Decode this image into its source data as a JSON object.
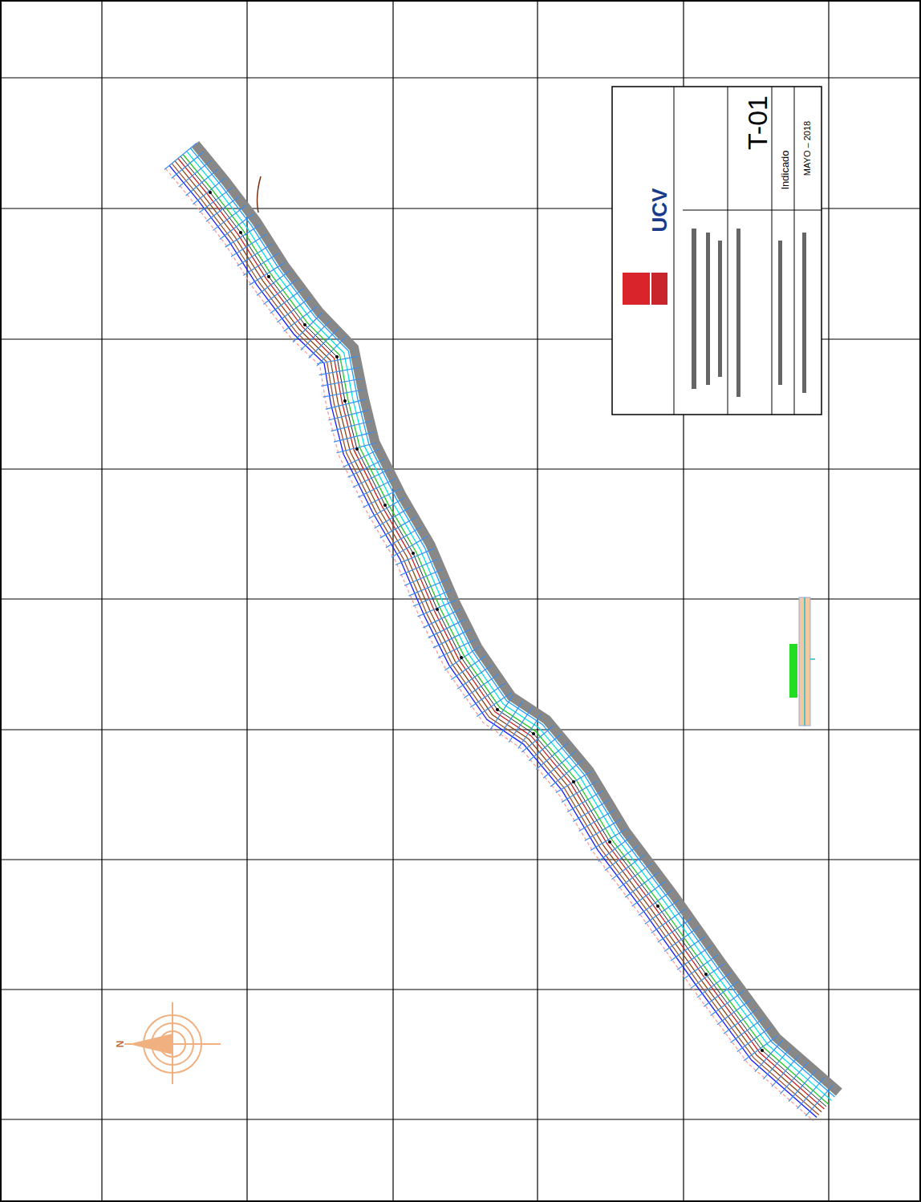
{
  "diagram": {
    "labels": [
      "UCV",
      "T-01",
      "Indicado",
      "MAYO – 2018",
      "N"
    ]
  }
}
